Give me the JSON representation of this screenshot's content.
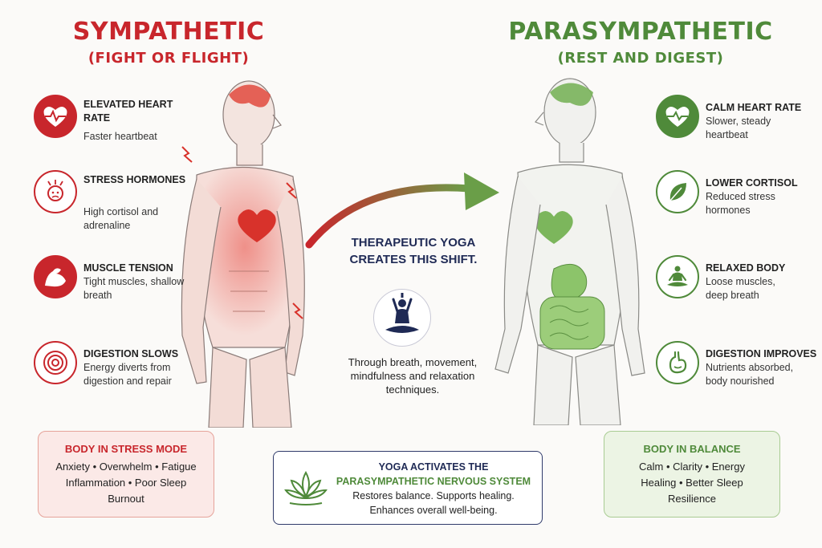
{
  "sympathetic": {
    "title": "SYMPATHETIC",
    "subtitle": "(FIGHT OR FLIGHT)",
    "items": [
      {
        "icon": "heart-rate-icon",
        "head": "ELEVATED HEART RATE",
        "desc": "Faster heartbeat"
      },
      {
        "icon": "stress-face-icon",
        "head": "STRESS HORMONES",
        "desc": "High cortisol and adrenaline"
      },
      {
        "icon": "flexed-arm-icon",
        "head": "MUSCLE TENSION",
        "desc": "Tight muscles, shallow breath"
      },
      {
        "icon": "spiral-icon",
        "head": "DIGESTION SLOWS",
        "desc": "Energy diverts from digestion and repair"
      }
    ],
    "box": {
      "title": "BODY IN STRESS MODE",
      "line1": "Anxiety • Overwhelm • Fatigue",
      "line2": "Inflammation • Poor Sleep",
      "line3": "Burnout"
    },
    "color": "#c8262c"
  },
  "parasympathetic": {
    "title": "PARASYMPATHETIC",
    "subtitle": "(REST AND DIGEST)",
    "items": [
      {
        "icon": "calm-heart-icon",
        "head": "CALM HEART RATE",
        "desc": "Slower, steady heartbeat"
      },
      {
        "icon": "leaf-icon",
        "head": "LOWER CORTISOL",
        "desc": "Reduced stress hormones"
      },
      {
        "icon": "meditation-icon",
        "head": "RELAXED BODY",
        "desc": "Loose muscles, deep breath"
      },
      {
        "icon": "stomach-icon",
        "head": "DIGESTION IMPROVES",
        "desc": "Nutrients absorbed, body nourished"
      }
    ],
    "box": {
      "title": "BODY IN BALANCE",
      "line1": "Calm • Clarity • Energy",
      "line2": "Healing • Better Sleep",
      "line3": "Resilience"
    },
    "color": "#4f8a3a"
  },
  "center": {
    "shift_line1": "THERAPEUTIC YOGA",
    "shift_line2": "CREATES THIS SHIFT.",
    "desc_line1": "Through breath, movement,",
    "desc_line2": "mindfulness and relaxation",
    "desc_line3": "techniques.",
    "bottom_line1": "YOGA ACTIVATES THE",
    "bottom_line2": "PARASYMPATHETIC NERVOUS SYSTEM",
    "bottom_line3": "Restores balance. Supports healing.",
    "bottom_line4": "Enhances overall well-being."
  }
}
